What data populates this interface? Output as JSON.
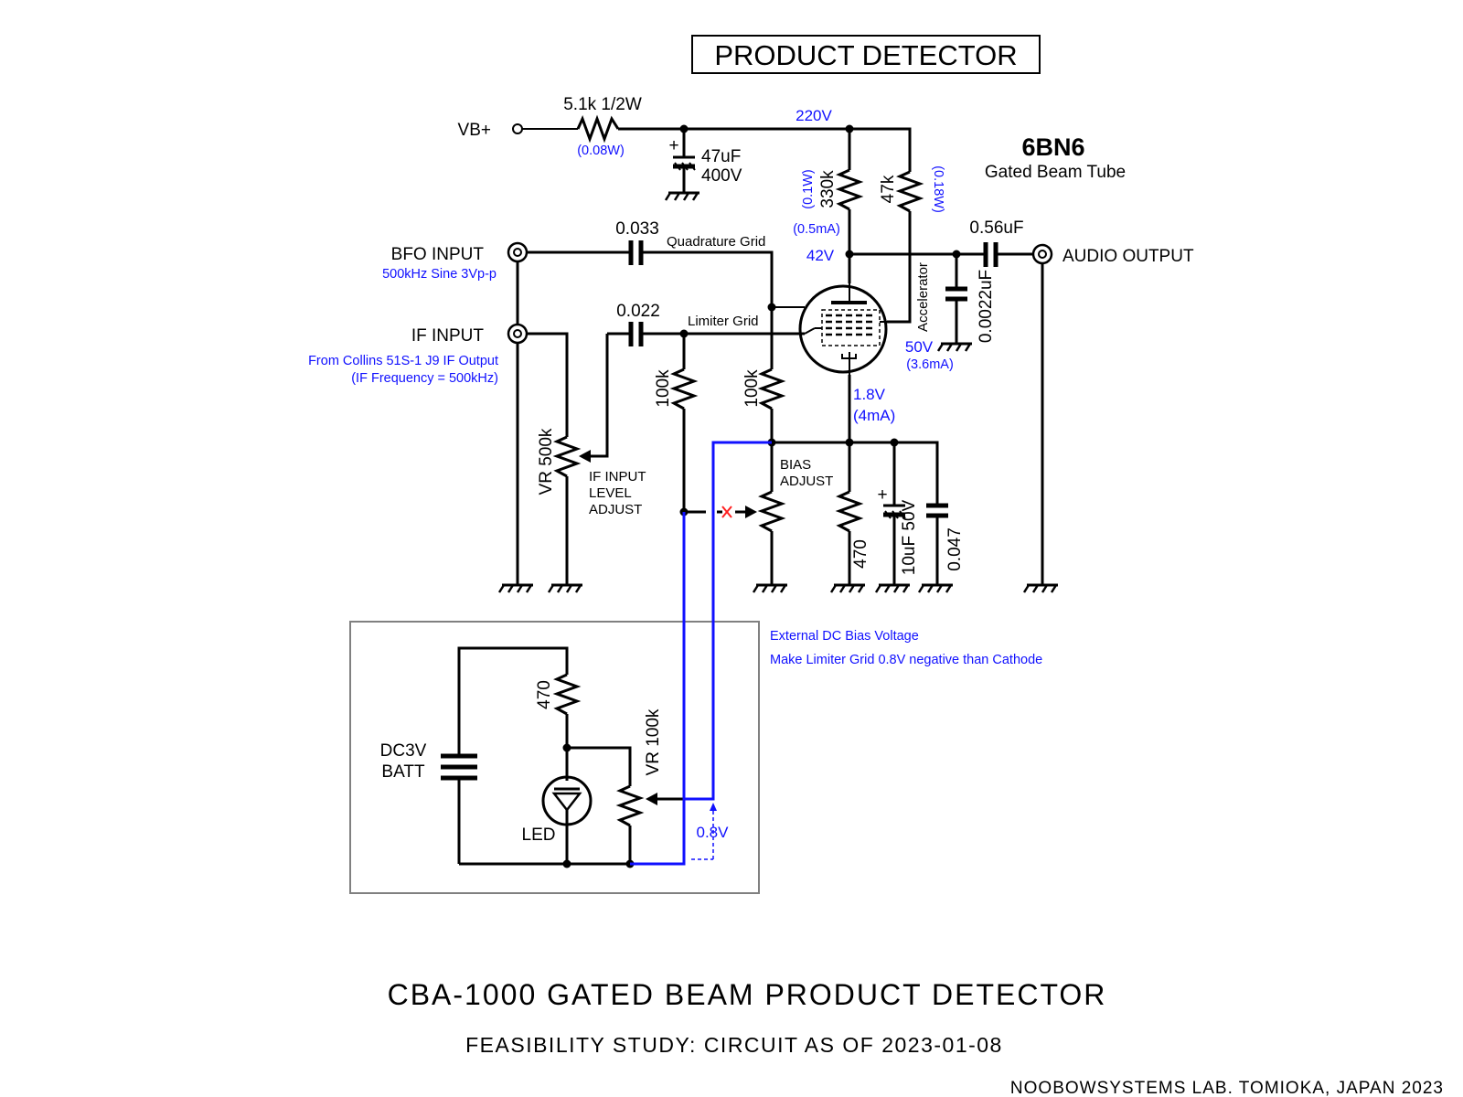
{
  "title": "PRODUCT DETECTOR",
  "tube": {
    "type": "6BN6",
    "description": "Gated Beam Tube"
  },
  "supply": {
    "label": "VB+",
    "resistor_value": "5.1k 1/2W",
    "resistor_power": "(0.08W)",
    "rail_voltage": "220V",
    "filter_cap_value": "47uF",
    "filter_cap_voltage": "400V"
  },
  "plate": {
    "resistor_value": "330k",
    "resistor_power": "(0.1W)",
    "current": "(0.5mA)",
    "voltage": "42V"
  },
  "accelerator": {
    "resistor_value": "47k",
    "resistor_power": "(0.18W)",
    "label": "Accelerator",
    "voltage": "50V",
    "current": "(3.6mA)"
  },
  "bfo": {
    "label": "BFO INPUT",
    "note": "500kHz Sine 3Vp-p",
    "cap_value": "0.033",
    "grid_label": "Quadrature Grid",
    "grid_resistor": "100k"
  },
  "if_input": {
    "label": "IF INPUT",
    "note_line1": "From Collins 51S-1 J9 IF Output",
    "note_line2": "(IF Frequency = 500kHz)",
    "cap_value": "0.022",
    "grid_label": "Limiter Grid",
    "grid_resistor": "100k",
    "pot_value": "VR 500k",
    "pot_label_1": "IF INPUT",
    "pot_label_2": "LEVEL",
    "pot_label_3": "ADJUST"
  },
  "output": {
    "label": "AUDIO OUTPUT",
    "coupling_cap": "0.56uF",
    "filter_cap": "0.0022uF"
  },
  "cathode": {
    "voltage": "1.8V",
    "current": "(4mA)",
    "resistor": "470",
    "cap_electrolytic": "10uF 50V",
    "cap_bypass": "0.047",
    "bias_label_1": "BIAS",
    "bias_label_2": "ADJUST"
  },
  "external_bias": {
    "note_line1": "External DC Bias Voltage",
    "note_line2": "Make Limiter Grid 0.8V negative than Cathode",
    "battery_label_1": "DC3V",
    "battery_label_2": "BATT",
    "resistor": "470",
    "led_label": "LED",
    "pot_value": "VR 100k",
    "voltage": "0.8V"
  },
  "footer": {
    "heading": "CBA-1000 GATED BEAM PRODUCT DETECTOR",
    "subheading": "FEASIBILITY STUDY: CIRCUIT AS OF 2023-01-08",
    "credit": "NOOBOWSYSTEMS LAB. TOMIOKA, JAPAN 2023"
  }
}
